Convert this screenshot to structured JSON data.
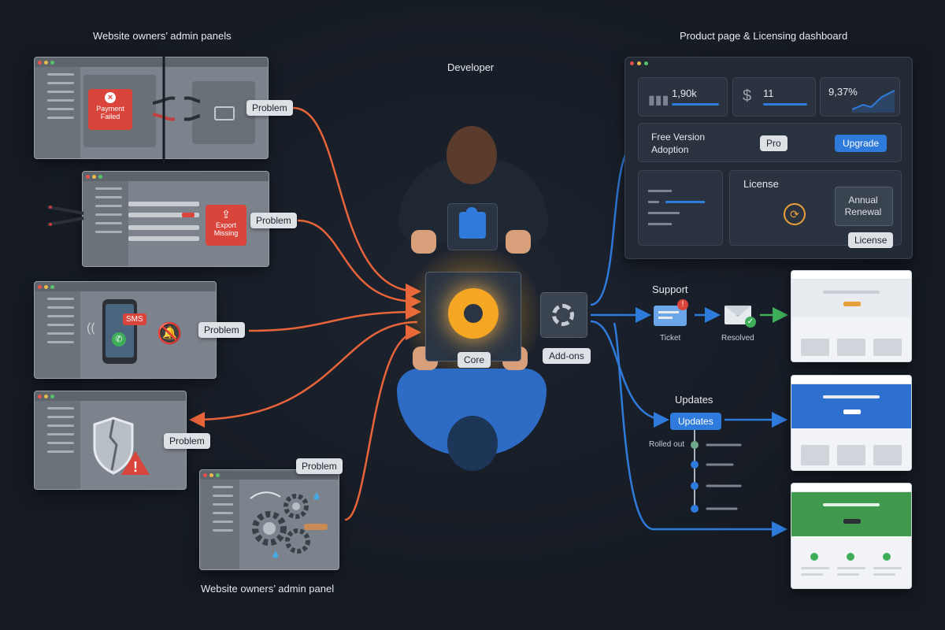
{
  "headings": {
    "left_top": "Website owners’ admin panels",
    "left_bottom": "Website owners’ admin panel",
    "center_top": "Developer",
    "right_top": "Product page & Licensing dashboard"
  },
  "admin_panels": [
    {
      "problem": "Problem",
      "card_text": "Payment Failed"
    },
    {
      "problem": "Problem",
      "card_text": "Export Missing"
    },
    {
      "problem": "Problem",
      "card_text": "SMS"
    },
    {
      "problem": "Problem"
    },
    {
      "problem": "Problem"
    }
  ],
  "center": {
    "core_label": "Core",
    "addons_label": "Add-ons"
  },
  "dashboard": {
    "stats": [
      {
        "value": "1,90k",
        "icon": "bar-chart-icon"
      },
      {
        "value": "11",
        "icon": "dollar-icon"
      },
      {
        "value": "9,37%",
        "icon": "trend-line-icon"
      }
    ],
    "adoption_label": "Free Version Adoption",
    "pro_label": "Pro",
    "upgrade_label": "Upgrade",
    "license_label": "License",
    "annual_renewal_label": "Annual Renewal",
    "license_badge": "License"
  },
  "support": {
    "title": "Support",
    "ticket_label": "Ticket",
    "resolved_label": "Resolved"
  },
  "updates": {
    "title": "Updates",
    "button_label": "Updates",
    "rolled_out_label": "Rolled out"
  },
  "colors": {
    "problem_wire": "#e8643a",
    "flow_blue": "#2f7bdc",
    "flow_green": "#3fae5a",
    "license_orange": "#e8a13a",
    "core_glow": "#f5a623"
  }
}
